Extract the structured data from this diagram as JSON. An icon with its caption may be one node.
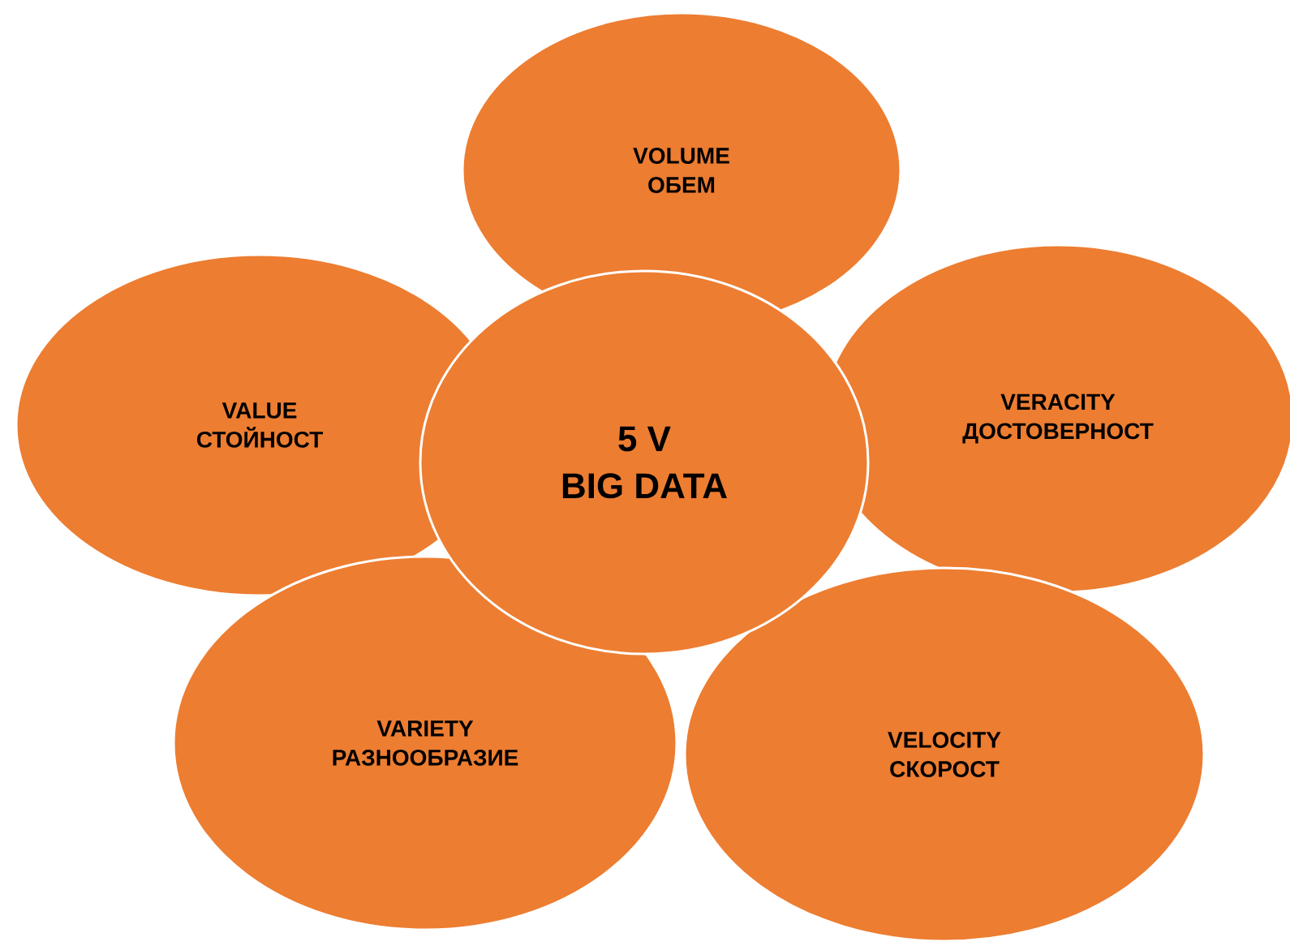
{
  "diagram": {
    "nodes": [
      {
        "text": [
          "VOLUME",
          "ОБЕМ"
        ]
      },
      {
        "text": [
          "VALUE",
          "СТОЙНОСТ"
        ]
      },
      {
        "text": [
          "5 V",
          "BIG DATA"
        ]
      },
      {
        "text": [
          "VERACITY",
          "ДОСТОВЕРНОСТ"
        ]
      },
      {
        "text": [
          "VARIETY",
          "РАЗНООБРАЗИЕ"
        ]
      },
      {
        "text": [
          "VELOCITY",
          "СКОРОСТ"
        ]
      }
    ]
  }
}
